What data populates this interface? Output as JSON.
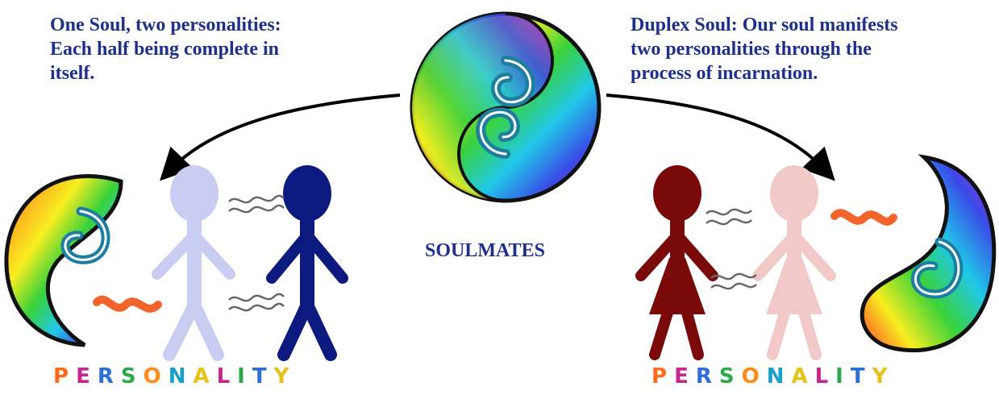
{
  "captions": {
    "left": "One Soul, two personalities:\nEach half being complete in\nitself.",
    "right": "Duplex Soul:  Our soul manifests\ntwo personalities through the\nprocess of incarnation."
  },
  "center_label": "SOULMATES",
  "personality_label": "PERSONALITY",
  "personality_letter_colors": [
    "#ff6a1a",
    "#c8258f",
    "#2d6fd6",
    "#2aa84a",
    "#ff8a1a",
    "#19a0c8",
    "#e6c21a",
    "#c8258f",
    "#2aa84a",
    "#2d6fd6",
    "#e6c21a"
  ],
  "colors": {
    "text": "#1f2f8c",
    "figure_light_blue": "#c9cdf2",
    "figure_navy": "#0c1a7f",
    "figure_maroon": "#7a0a0a",
    "figure_pink": "#f2c9c9",
    "wave_orange": "#f2642a",
    "arrow": "#000000"
  }
}
